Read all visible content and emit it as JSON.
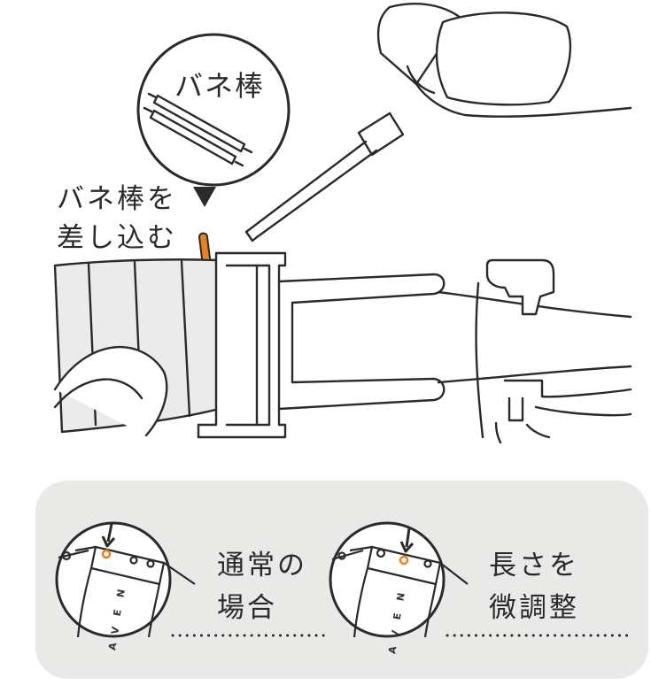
{
  "callout": {
    "title": "バネ棒"
  },
  "instruction": {
    "text": "バネ棒を\n差し込む"
  },
  "options": [
    {
      "label": "通常の\n場合"
    },
    {
      "label": "長さを\n微調整"
    }
  ],
  "brand": {
    "letters": [
      "N",
      "E",
      "V",
      "A"
    ]
  },
  "colors": {
    "accent": "#e8821e",
    "stroke": "#2a2a2a",
    "panel": "#e9e9e7"
  }
}
